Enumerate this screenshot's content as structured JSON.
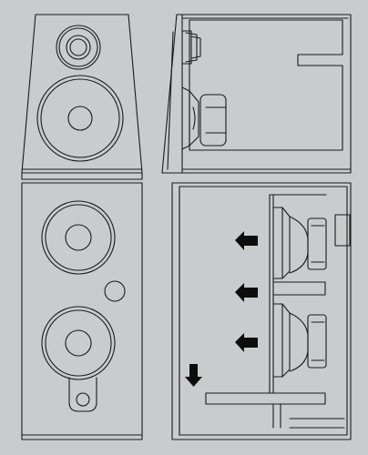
{
  "colors": {
    "background": "#c9cbcc",
    "line": "#1b1b1b",
    "arrow": "#0d0d0d"
  },
  "views": [
    {
      "id": "front",
      "label": ""
    },
    {
      "id": "side-section",
      "label": ""
    }
  ],
  "arrows": [
    {
      "direction": "left"
    },
    {
      "direction": "left"
    },
    {
      "direction": "left"
    },
    {
      "direction": "down"
    }
  ]
}
